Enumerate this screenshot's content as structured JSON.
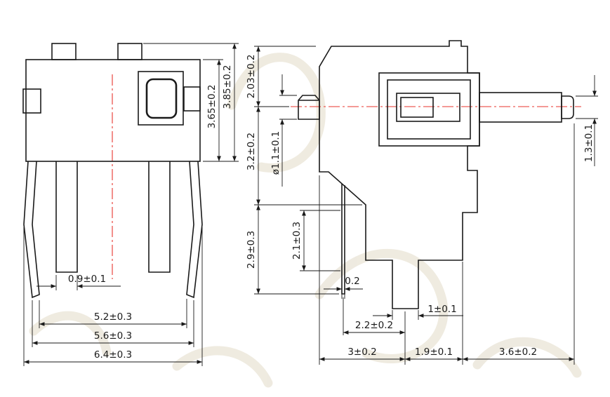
{
  "left_view": {
    "dim_pin_width": "0.9±0.1",
    "dim_span_inner": "5.2±0.3",
    "dim_span_mid": "5.6±0.3",
    "dim_span_outer": "6.4±0.3",
    "dim_height_overall": "3.85±0.2",
    "dim_height_body": "3.65±0.2"
  },
  "right_view": {
    "dim_top_to_center": "2.03±0.2",
    "dim_center_to_step": "3.2±0.2",
    "dim_step_to_pin_end": "2.9±0.3",
    "dim_plunger_dia": "ø1.1±0.1",
    "dim_pin_length": "2.1±0.3",
    "dim_shaft_height": "1.3±0.1",
    "dim_pin_thickness": "0.2",
    "dim_foot_width": "1±0.1",
    "dim_pin_to_foot": "2.2±0.2",
    "dim_body_to_foot": "3±0.2",
    "dim_foot_to_edge": "1.9±0.1",
    "dim_shaft_length": "3.6±0.2"
  },
  "colors": {
    "line": "#1a1a1a",
    "centerline": "#e8352e",
    "watermark": "#ece7db",
    "background": "#ffffff"
  }
}
